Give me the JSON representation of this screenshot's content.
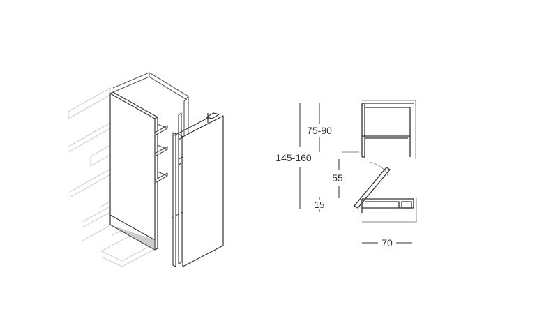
{
  "dimensions": {
    "total_height": "145-160",
    "upper_height": "75-90",
    "lower_height": "55",
    "plinth": "15",
    "depth": "70"
  },
  "colors": {
    "line": "#333333",
    "ghost": "#cfcfcf",
    "panel_edge": "#8a8a8a"
  }
}
